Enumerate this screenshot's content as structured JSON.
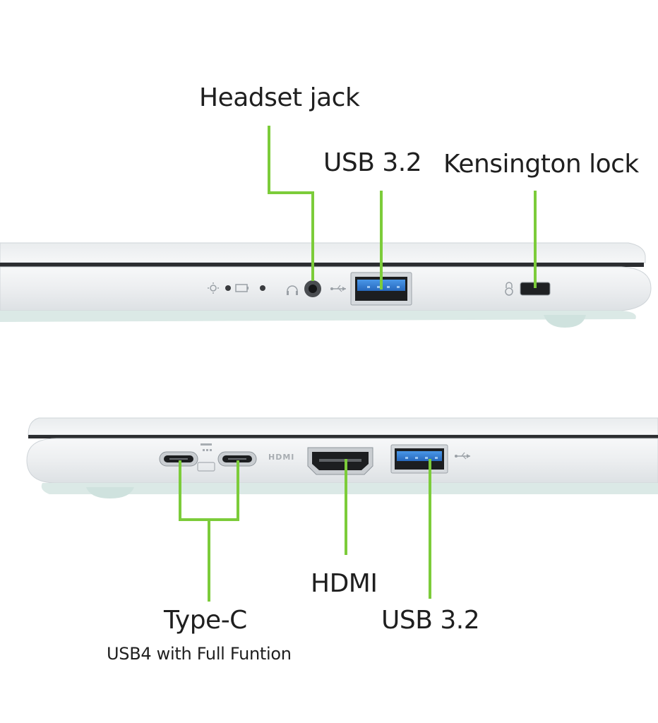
{
  "colors": {
    "callout_line": "#7ccc3a",
    "usb_blue": "#2f7fd6",
    "chassis": "#eef0f2",
    "label_text": "#1f1f1f"
  },
  "right_side": {
    "headset_label": "Headset jack",
    "usb_label": "USB 3.2",
    "kensington_label": "Kensington lock"
  },
  "left_side": {
    "typec_label": "Type-C",
    "typec_sub_label": "USB4 with Full Funtion",
    "hdmi_label": "HDMI",
    "usb_label": "USB 3.2",
    "hdmi_port_text": "HDMI"
  },
  "icons": {
    "power_led": "sun-icon",
    "battery_led": "battery-icon",
    "headset": "headphones-icon",
    "usb": "usb-symbol-icon",
    "lock": "lock-icon"
  }
}
